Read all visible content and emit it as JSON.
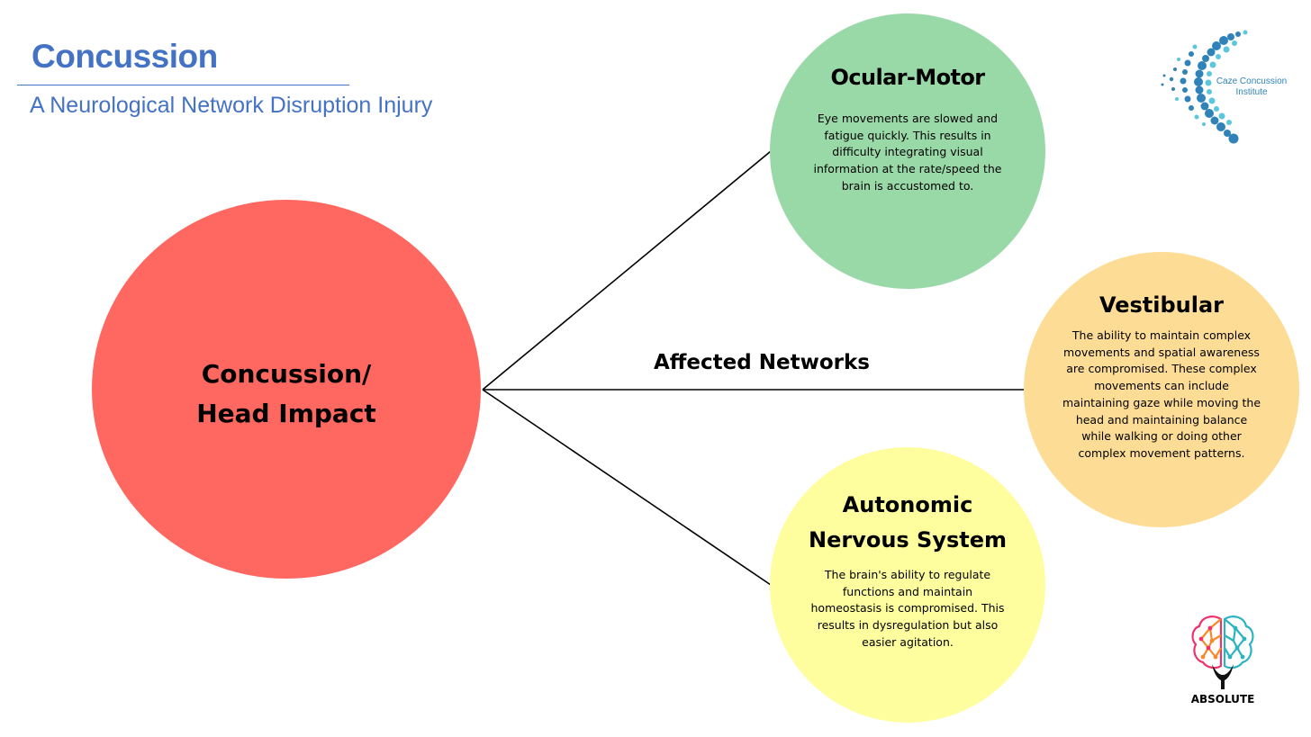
{
  "header": {
    "title": "Concussion",
    "subtitle": "A Neurological Network Disruption Injury"
  },
  "center_node": {
    "label": "Concussion/ Head Impact",
    "color": "#ff6861"
  },
  "connector_label": "Affected Networks",
  "networks": [
    {
      "title": "Ocular-Motor",
      "description": "Eye movements are slowed and fatigue quickly. This results in difficulty integrating visual information at the rate/speed the brain is accustomed to.",
      "color": "#99d9a8"
    },
    {
      "title": "Vestibular",
      "description": "The ability to maintain complex movements and spatial awareness are compromised. These complex movements can include maintaining gaze while moving the head and maintaining balance while walking or doing other complex movement patterns.",
      "color": "#fddd96"
    },
    {
      "title": "Autonomic Nervous System",
      "description": "The brain's ability to regulate functions and maintain homeostasis is compromised. This results in dysregulation but also easier agitation.",
      "color": "#fffe9f"
    }
  ],
  "logos": {
    "caze": {
      "name": "Caze Concussion Institute",
      "icon": "dot-arc-logo"
    },
    "absolute": {
      "name": "ABSOLUTE",
      "icon": "brain-network-logo"
    }
  },
  "colors": {
    "heading": "#4472c4"
  }
}
